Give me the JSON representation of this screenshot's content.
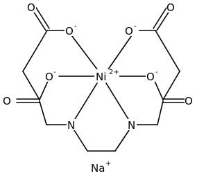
{
  "diagram": {
    "type": "chemical-structure",
    "atoms": {
      "ni": {
        "symbol": "Ni",
        "charge": "2+"
      },
      "o_top_left": {
        "symbol": "O",
        "charge": "-"
      },
      "o_top_right": {
        "symbol": "O",
        "charge": "-"
      },
      "o_mid_left": {
        "symbol": "O",
        "charge": "-"
      },
      "o_mid_right": {
        "symbol": "O",
        "charge": "-"
      },
      "o_carbonyl_top_left": {
        "symbol": "O"
      },
      "o_carbonyl_top_right": {
        "symbol": "O"
      },
      "o_carbonyl_left": {
        "symbol": "O"
      },
      "o_carbonyl_right": {
        "symbol": "O"
      },
      "n_left": {
        "symbol": "N"
      },
      "n_right": {
        "symbol": "N"
      }
    },
    "counter_ion": {
      "symbol": "Na",
      "charge": "+"
    }
  }
}
